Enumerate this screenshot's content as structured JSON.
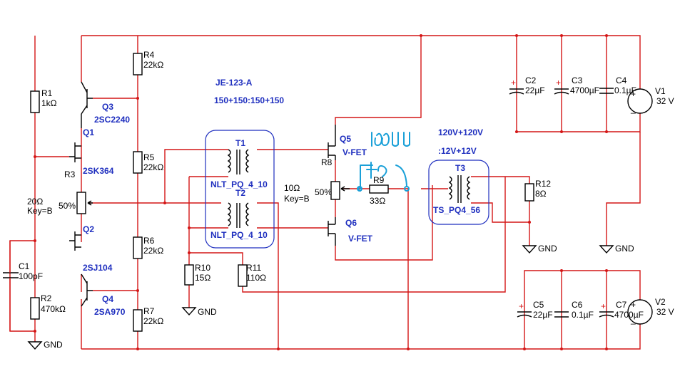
{
  "notes": {
    "title": "JE-123-A",
    "ratio": "150+150:150+150",
    "t3_line1": "120V+120V",
    "t3_line2": ":12V+12V"
  },
  "components": {
    "R1": {
      "ref": "R1",
      "val": "1kΩ"
    },
    "R2": {
      "ref": "R2",
      "val": "470kΩ"
    },
    "R3": {
      "ref": "R3",
      "val": "20Ω",
      "extra": "Key=B",
      "pct": "50%"
    },
    "R4": {
      "ref": "R4",
      "val": "22kΩ"
    },
    "R5": {
      "ref": "R5",
      "val": "22kΩ"
    },
    "R6": {
      "ref": "R6",
      "val": "22kΩ"
    },
    "R7": {
      "ref": "R7",
      "val": "22kΩ"
    },
    "R8": {
      "ref": "R8",
      "val": "10Ω",
      "extra": "Key=B",
      "pct": "50%"
    },
    "R9": {
      "ref": "R9",
      "val": "33Ω"
    },
    "R10": {
      "ref": "R10",
      "val": "15Ω"
    },
    "R11": {
      "ref": "R11",
      "val": "110Ω"
    },
    "R12": {
      "ref": "R12",
      "val": "8Ω"
    },
    "C1": {
      "ref": "C1",
      "val": "100pF"
    },
    "C2": {
      "ref": "C2",
      "val": "22µF"
    },
    "C3": {
      "ref": "C3",
      "val": "4700µF"
    },
    "C4": {
      "ref": "C4",
      "val": "0.1µF"
    },
    "C5": {
      "ref": "C5",
      "val": "22µF"
    },
    "C6": {
      "ref": "C6",
      "val": "0.1µF"
    },
    "C7": {
      "ref": "C7",
      "val": "4700µF"
    },
    "V1": {
      "ref": "V1",
      "val": "32 V"
    },
    "V2": {
      "ref": "V2",
      "val": "32 V"
    },
    "Q1": {
      "ref": "Q1",
      "part": "2SK364"
    },
    "Q2": {
      "ref": "Q2",
      "part": "2SJ104"
    },
    "Q3": {
      "ref": "Q3",
      "part": "2SC2240"
    },
    "Q4": {
      "ref": "Q4",
      "part": "2SA970"
    },
    "Q5": {
      "ref": "Q5",
      "part": "V-FET"
    },
    "Q6": {
      "ref": "Q6",
      "part": "V-FET"
    },
    "T1": {
      "ref": "T1",
      "part": "NLT_PQ_4_10"
    },
    "T2": {
      "ref": "T2",
      "part": "NLT_PQ_4_10"
    },
    "T3": {
      "ref": "T3",
      "part": "TS_PQ4_56"
    }
  },
  "ground_label": "GND",
  "handwriting": "1000u"
}
